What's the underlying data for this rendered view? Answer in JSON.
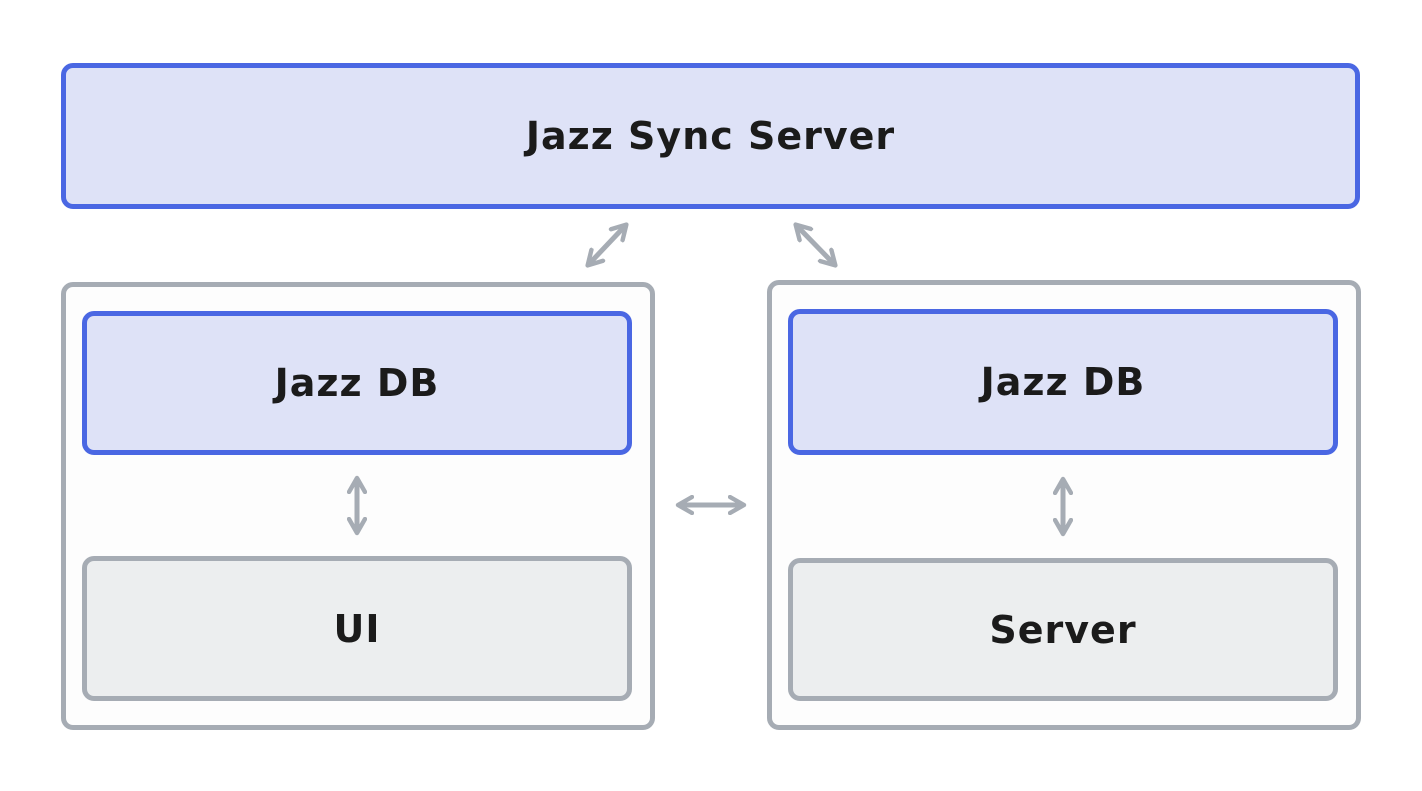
{
  "sync_server": {
    "label": "Jazz Sync Server"
  },
  "client": {
    "db_label": "Jazz DB",
    "app_label": "UI"
  },
  "server": {
    "db_label": "Jazz DB",
    "app_label": "Server"
  },
  "colors": {
    "accent_blue": "#4a67e3",
    "blue_fill": "#dee2f7",
    "grey_border": "#a6acb4",
    "grey_fill": "#eceeef"
  }
}
